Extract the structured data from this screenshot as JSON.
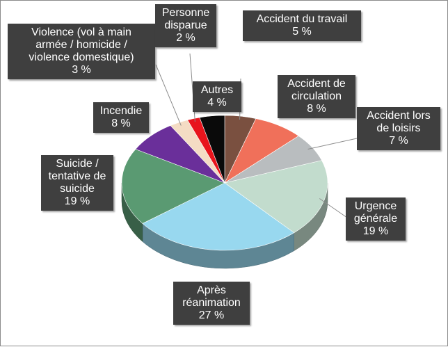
{
  "chart_data": {
    "type": "pie",
    "title": "",
    "slices": [
      {
        "label_lines": [
          "Accident du travail",
          "5 %"
        ],
        "value": 5,
        "color": "#7a5040"
      },
      {
        "label_lines": [
          "Accident de",
          "circulation",
          "8 %"
        ],
        "value": 8,
        "color": "#f0705a"
      },
      {
        "label_lines": [
          "Accident lors",
          "de loisirs",
          "7 %"
        ],
        "value": 7,
        "color": "#b9bdbf"
      },
      {
        "label_lines": [
          "Urgence",
          "générale",
          "19 %"
        ],
        "value": 19,
        "color": "#c2dccd"
      },
      {
        "label_lines": [
          "Après",
          "réanimation",
          "27 %"
        ],
        "value": 27,
        "color": "#98d8ef"
      },
      {
        "label_lines": [
          "Suicide /",
          "tentative de",
          "suicide",
          "19 %"
        ],
        "value": 19,
        "color": "#5a9a72"
      },
      {
        "label_lines": [
          "Incendie",
          "8 %"
        ],
        "value": 8,
        "color": "#6a2f9a"
      },
      {
        "label_lines": [
          "Violence (vol à main",
          "armée / homicide /",
          "violence domestique)",
          "3 %"
        ],
        "value": 3,
        "color": "#f4dcc4"
      },
      {
        "label_lines": [
          "Personne",
          "disparue",
          "2 %"
        ],
        "value": 2,
        "color": "#e8141c"
      },
      {
        "label_lines": [
          "Autres",
          "4 %"
        ],
        "value": 4,
        "color": "#0a0a0a"
      }
    ]
  }
}
